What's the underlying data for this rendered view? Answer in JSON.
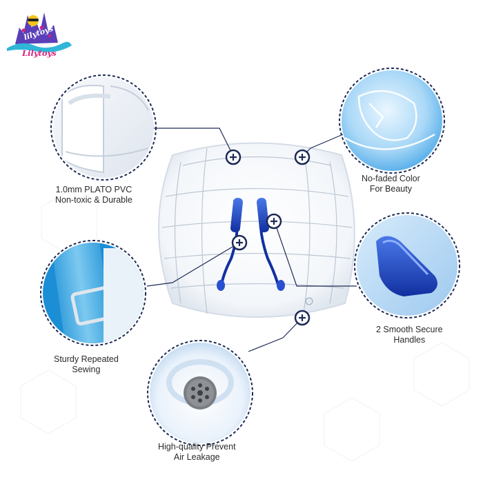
{
  "brand": {
    "name": "Lilytoys",
    "colors": {
      "pink": "#d9207a",
      "purple": "#5a3fb8",
      "teal": "#2fb6d8",
      "yellow": "#f5c518"
    }
  },
  "features": [
    {
      "id": "pvc",
      "line1": "1.0mm PLATO PVC",
      "line2": "Non-toxic & Durable",
      "icon": "plus-icon"
    },
    {
      "id": "color",
      "line1": "No-faded Color",
      "line2": "For Beauty",
      "icon": "plus-icon"
    },
    {
      "id": "handles",
      "line1": "2 Smooth Secure",
      "line2": "Handles",
      "icon": "plus-icon"
    },
    {
      "id": "sewing",
      "line1": "Sturdy Repeated",
      "line2": "Sewing",
      "icon": "plus-icon"
    },
    {
      "id": "valve",
      "line1": "High-quality Prevent",
      "line2": "Air Leakage",
      "icon": "plus-icon"
    }
  ],
  "colors": {
    "navy": "#1d2a55",
    "handle_blue": "#1a3fb8",
    "strap_blue": "#5ab8e8",
    "valve_gray": "#7a7d82"
  }
}
